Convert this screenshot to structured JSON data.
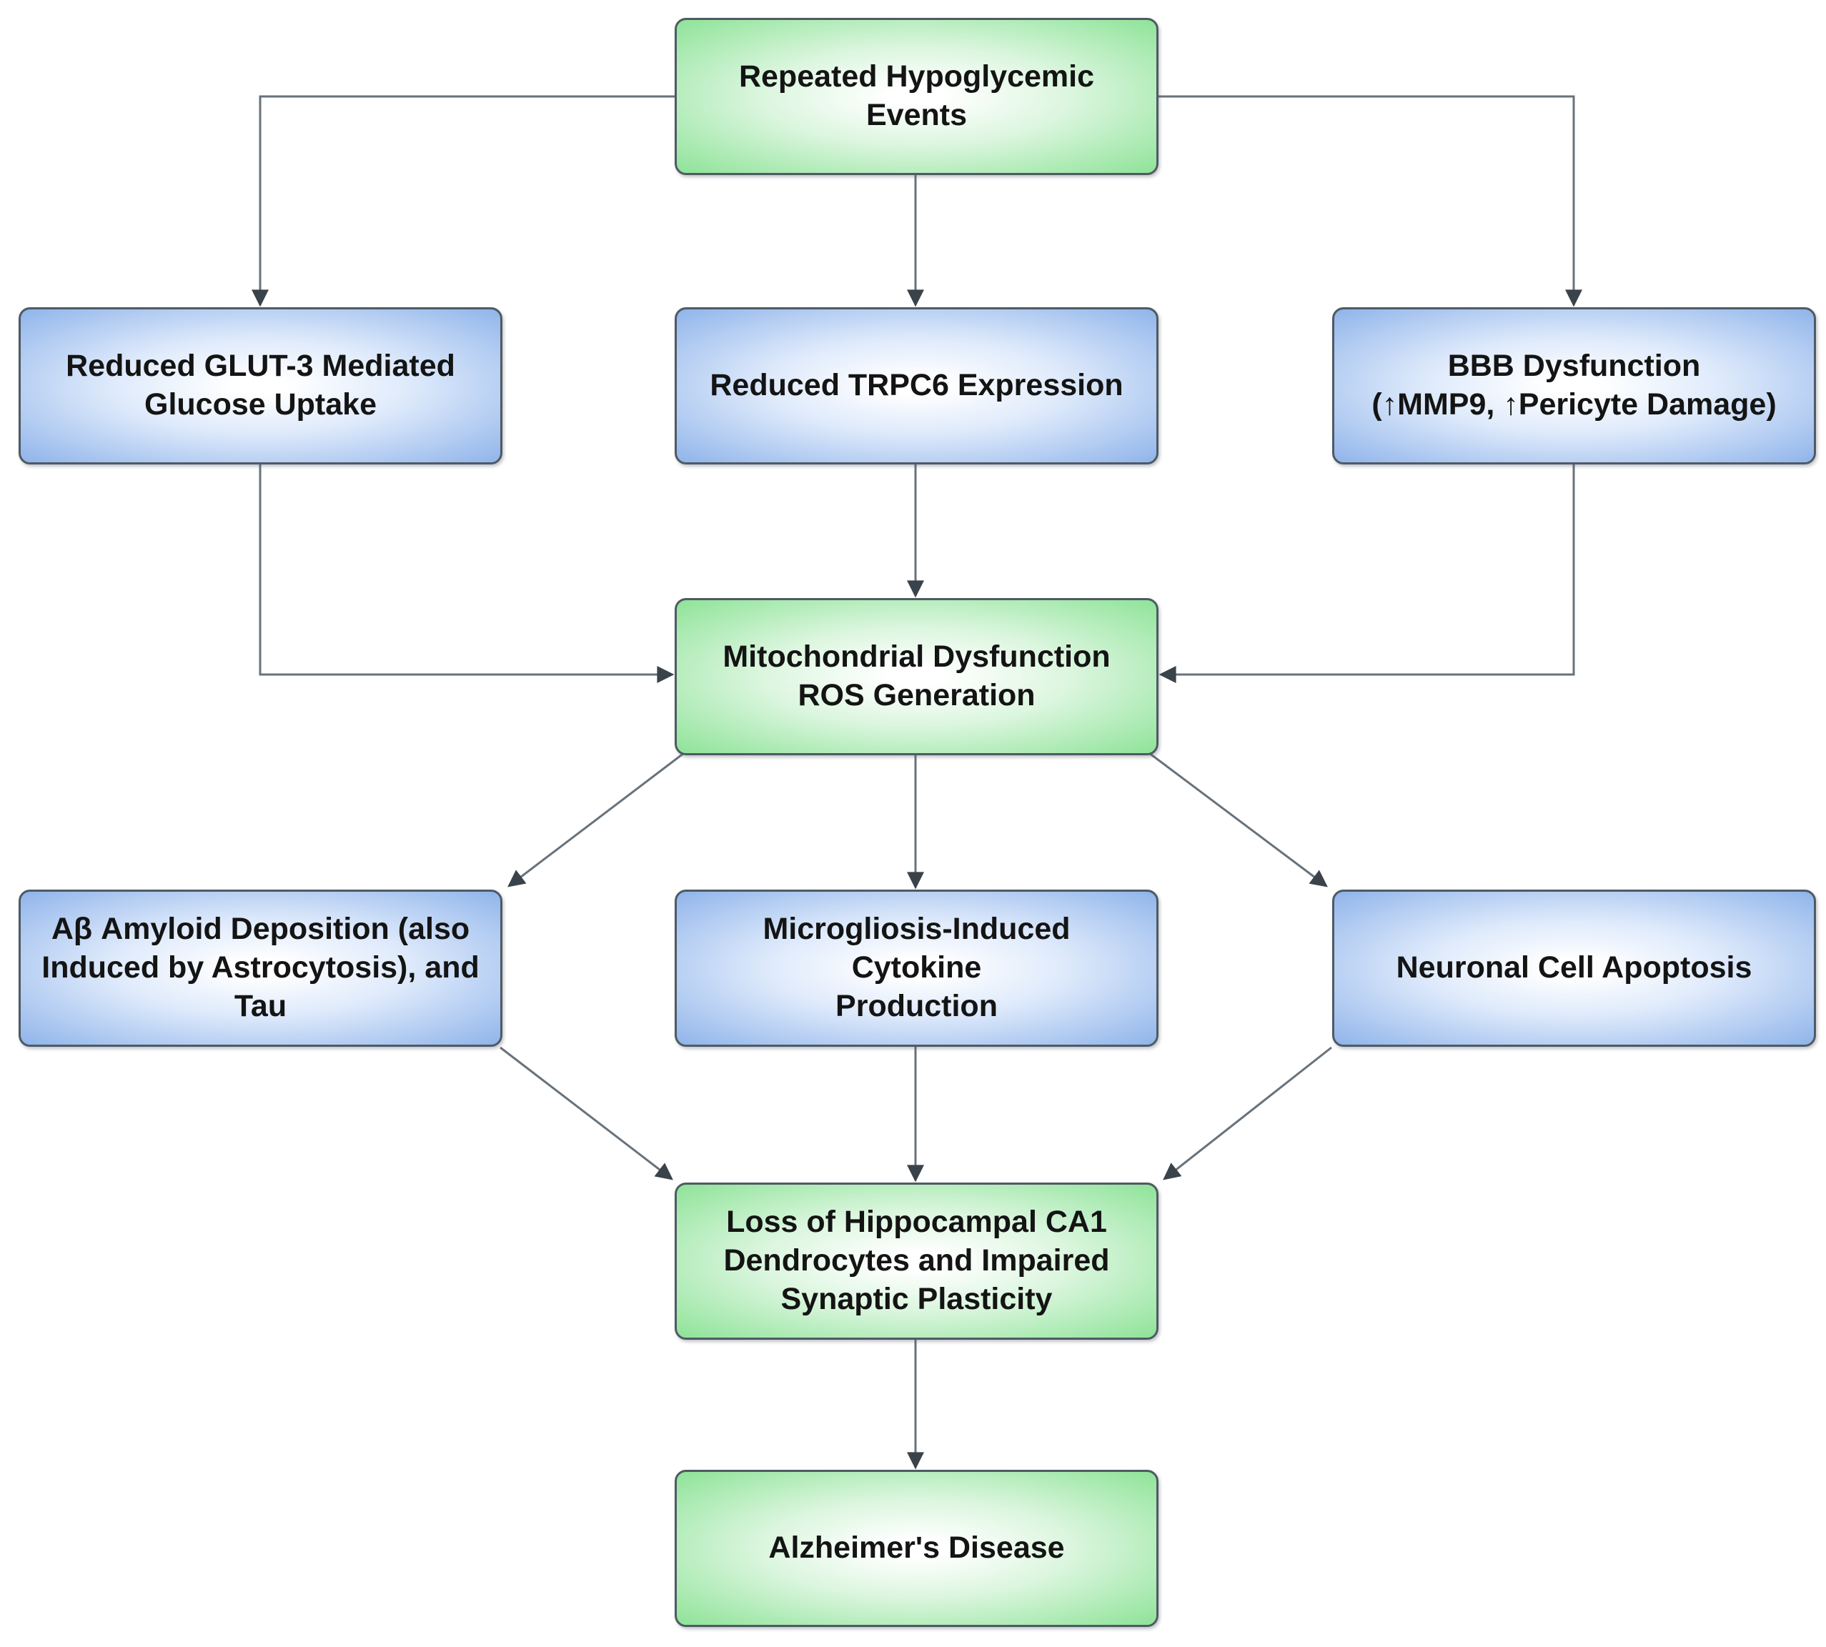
{
  "diagram": {
    "type": "flowchart",
    "background": "#ffffff",
    "colors": {
      "green_node_edge": "#8ee398",
      "blue_node_edge": "#8fb4ea",
      "node_border": "#4f5a63",
      "connector": "#68727b",
      "arrowhead": "#3a424a",
      "text": "#141414"
    },
    "nodes": {
      "repeated_hypoglycemic_events": {
        "label": "Repeated Hypoglycemic Events",
        "fill": "green"
      },
      "reduced_glut3": {
        "label": "Reduced GLUT-3 Mediated\nGlucose Uptake",
        "fill": "blue"
      },
      "reduced_trpc6": {
        "label": "Reduced TRPC6 Expression",
        "fill": "blue"
      },
      "bbb_dysfunction": {
        "label": "BBB Dysfunction\n(↑MMP9, ↑Pericyte Damage)",
        "fill": "blue"
      },
      "mitochondrial_dysfunction": {
        "label": "Mitochondrial Dysfunction\nROS Generation",
        "fill": "green"
      },
      "amyloid_deposition": {
        "label": "Aβ Amyloid Deposition (also\nInduced by Astrocytosis), and\nTau",
        "fill": "blue"
      },
      "microgliosis": {
        "label": "Microgliosis-Induced Cytokine\nProduction",
        "fill": "blue"
      },
      "neuronal_apoptosis": {
        "label": "Neuronal Cell Apoptosis",
        "fill": "blue"
      },
      "hippocampal_loss": {
        "label": "Loss of Hippocampal CA1\nDendrocytes and Impaired\nSynaptic Plasticity",
        "fill": "green"
      },
      "alzheimers": {
        "label": "Alzheimer's Disease",
        "fill": "green"
      }
    },
    "edges": [
      {
        "from": "repeated_hypoglycemic_events",
        "to": "reduced_glut3"
      },
      {
        "from": "repeated_hypoglycemic_events",
        "to": "reduced_trpc6"
      },
      {
        "from": "repeated_hypoglycemic_events",
        "to": "bbb_dysfunction"
      },
      {
        "from": "reduced_glut3",
        "to": "mitochondrial_dysfunction"
      },
      {
        "from": "reduced_trpc6",
        "to": "mitochondrial_dysfunction"
      },
      {
        "from": "bbb_dysfunction",
        "to": "mitochondrial_dysfunction"
      },
      {
        "from": "mitochondrial_dysfunction",
        "to": "amyloid_deposition"
      },
      {
        "from": "mitochondrial_dysfunction",
        "to": "microgliosis"
      },
      {
        "from": "mitochondrial_dysfunction",
        "to": "neuronal_apoptosis"
      },
      {
        "from": "amyloid_deposition",
        "to": "hippocampal_loss"
      },
      {
        "from": "microgliosis",
        "to": "hippocampal_loss"
      },
      {
        "from": "neuronal_apoptosis",
        "to": "hippocampal_loss"
      },
      {
        "from": "hippocampal_loss",
        "to": "alzheimers"
      }
    ]
  }
}
